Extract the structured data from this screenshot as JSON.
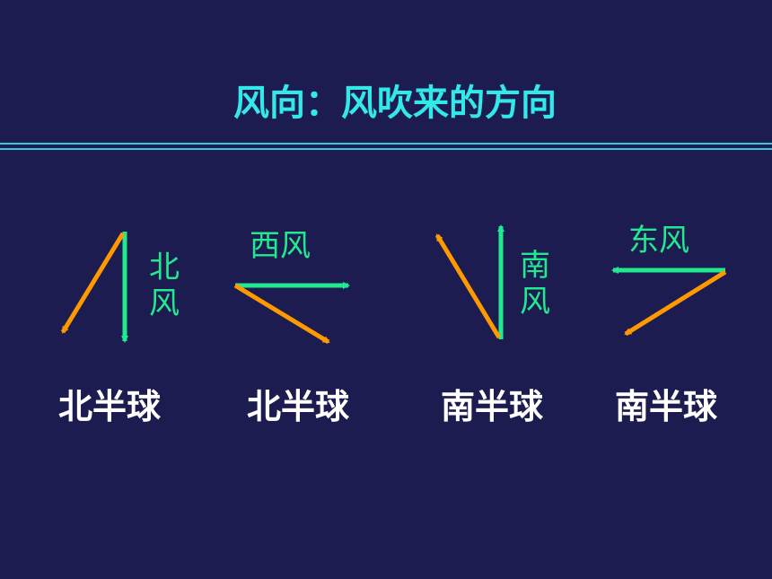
{
  "slide": {
    "title": "风向：风吹来的方向",
    "colors": {
      "background": "#1c1c50",
      "title": "#33e8e8",
      "wind_arrow": "#22e890",
      "deflected_arrow": "#ff9900",
      "hemisphere_label": "#ffffff"
    }
  },
  "panels": [
    {
      "wind_label_line1": "北",
      "wind_label_line2": "风",
      "hemisphere": "北半球"
    },
    {
      "wind_label": "西风",
      "hemisphere": "北半球"
    },
    {
      "wind_label_line1": "南",
      "wind_label_line2": "风",
      "hemisphere": "南半球"
    },
    {
      "wind_label": "东风",
      "hemisphere": "南半球"
    }
  ]
}
